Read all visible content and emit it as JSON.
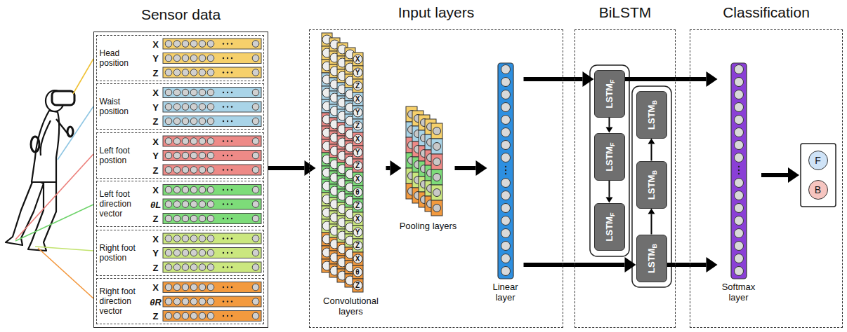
{
  "diagram": {
    "nodes": [
      {
        "text": [
          "Sensor data"
        ]
      },
      {
        "text": [
          "Input layers"
        ]
      },
      {
        "text": [
          "BiLSTM"
        ]
      },
      {
        "text": [
          "Classification"
        ]
      },
      {
        "text": [
          "Head position",
          "X",
          "Y",
          "Z"
        ],
        "in": 0
      },
      {
        "text": [
          "Waist position",
          "X",
          "Y",
          "Z"
        ],
        "in": 0
      },
      {
        "text": [
          "Left foot postion",
          "X",
          "Y",
          "Z"
        ],
        "in": 0
      },
      {
        "text": [
          "Left foot direction vector",
          "X",
          "θL",
          "Z"
        ],
        "in": 0
      },
      {
        "text": [
          "Right foot postion",
          "X",
          "Y",
          "Z"
        ],
        "in": 0
      },
      {
        "text": [
          "Right foot direction vector",
          "X",
          "θR",
          "Z"
        ],
        "in": 0
      },
      {
        "text": [
          "Convolutional layers",
          "X",
          "Y",
          "Z",
          "X",
          "Y",
          "Z",
          "X",
          "Y",
          "Z",
          "X",
          "θ",
          "Z",
          "X",
          "Y",
          "Z",
          "X",
          "θ",
          "Z"
        ],
        "in": 1
      },
      {
        "text": [
          "Pooling layers"
        ],
        "in": 1
      },
      {
        "text": [
          "Linear layer"
        ],
        "in": 1
      },
      {
        "text": [
          "LSTM",
          "F"
        ],
        "in": 2
      },
      {
        "text": [
          "LSTM",
          "F"
        ],
        "in": 2
      },
      {
        "text": [
          "LSTM",
          "F"
        ],
        "in": 2
      },
      {
        "text": [
          "LSTM",
          "B"
        ],
        "in": 2
      },
      {
        "text": [
          "LSTM",
          "B"
        ],
        "in": 2
      },
      {
        "text": [
          "LSTM",
          "B"
        ],
        "in": 2
      },
      {
        "text": [
          "Softmax layer"
        ],
        "in": 3
      },
      {
        "text": [
          "F"
        ],
        "in": 3
      },
      {
        "text": [
          "B"
        ],
        "in": 3
      }
    ],
    "edges": [
      {
        "from": 0,
        "to": 10,
        "arrow": "to"
      },
      {
        "from": 10,
        "to": 11,
        "arrow": "to"
      },
      {
        "from": 11,
        "to": 12,
        "arrow": "to"
      },
      {
        "from": 12,
        "to": 13,
        "arrow": "to"
      },
      {
        "from": 12,
        "to": 18,
        "arrow": "to"
      },
      {
        "from": 13,
        "to": 14,
        "arrow": "to"
      },
      {
        "from": 14,
        "to": 15,
        "arrow": "to"
      },
      {
        "from": 18,
        "to": 17,
        "arrow": "to"
      },
      {
        "from": 17,
        "to": 16,
        "arrow": "to"
      },
      {
        "from": 13,
        "to": 19,
        "arrow": "to"
      },
      {
        "from": 18,
        "to": 19,
        "arrow": "to"
      }
    ]
  }
}
